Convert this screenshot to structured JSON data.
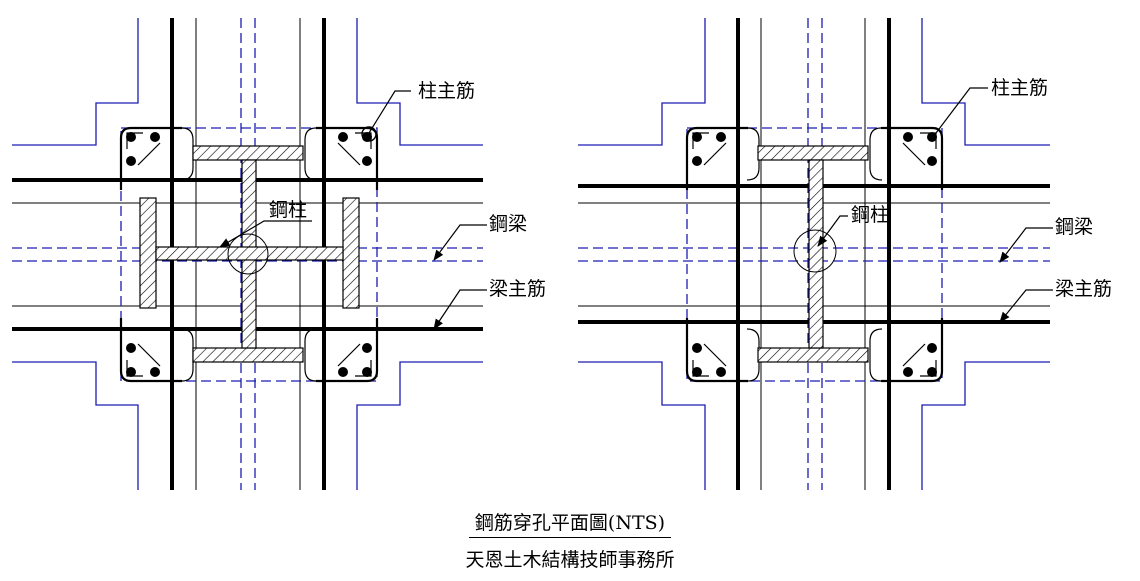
{
  "diagram": {
    "left_view": {
      "labels": {
        "column_rebar": "柱主筋",
        "steel_column": "鋼柱",
        "steel_beam": "鋼梁",
        "beam_rebar": "梁主筋"
      }
    },
    "right_view": {
      "labels": {
        "column_rebar": "柱主筋",
        "steel_column": "鋼柱",
        "steel_beam": "鋼梁",
        "beam_rebar": "梁主筋"
      }
    }
  },
  "caption": {
    "title": "鋼筋穿孔平面圖(NTS)",
    "firm": "天恩土木結構技師事務所"
  },
  "colors": {
    "line": "#000000",
    "blue": "#1c1cb4",
    "hatch": "#000000"
  }
}
